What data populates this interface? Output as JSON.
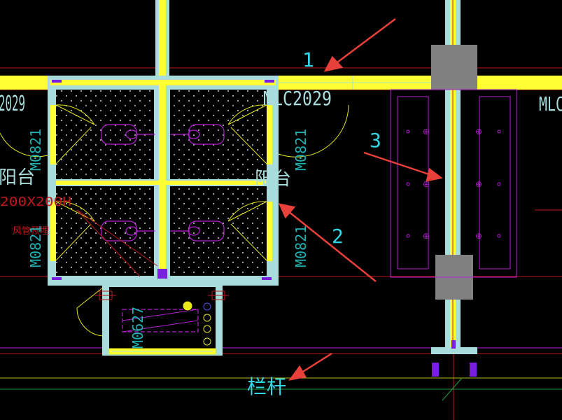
{
  "colors": {
    "background": "#000000",
    "wall_fill": "#ffff33",
    "wall_edge": "#a9dcdc",
    "grid_red": "#c0181c",
    "door_yellow": "#e8e81a",
    "text_cyan": "#1fb3b3",
    "magenta": "#b81fd6",
    "arrow_red": "#e8403a",
    "callout_cyan": "#30d8e8",
    "purple": "#7a1fe0",
    "gray_block": "#808080",
    "dot_gray": "#b0b0b0"
  },
  "callouts": {
    "c1": "1",
    "c2": "2",
    "c3": "3",
    "railing": "栏杆"
  },
  "labels": {
    "window_left": "2029",
    "window_mid": "MLC2029",
    "window_right": "MLC",
    "door_m0821_a": "M0821",
    "door_m0821_b": "M0821",
    "door_m0821_c": "M0821",
    "door_m0821_d": "M0821",
    "door_m0627": "M0627",
    "balcony_left": "阳台",
    "balcony_right": "阳台",
    "red_dim": "200X200H",
    "red_note": "风管预埋"
  },
  "icons": {
    "arrow": "red-arrow-icon",
    "toilet": "toilet-icon",
    "washer": "washing-machine-icon",
    "drain": "floor-drain-icon"
  }
}
